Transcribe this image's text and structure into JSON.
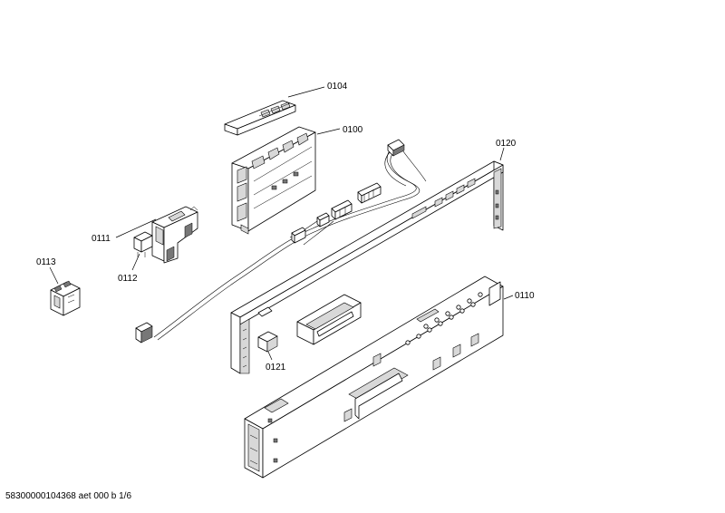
{
  "diagram": {
    "labels": {
      "p0104": "0104",
      "p0100": "0100",
      "p0120": "0120",
      "p0111": "0111",
      "p0112": "0112",
      "p0113": "0113",
      "p0110": "0110",
      "p0121": "0121"
    }
  },
  "footer": {
    "code": "58300000104368 aet 000 b 1/6"
  }
}
